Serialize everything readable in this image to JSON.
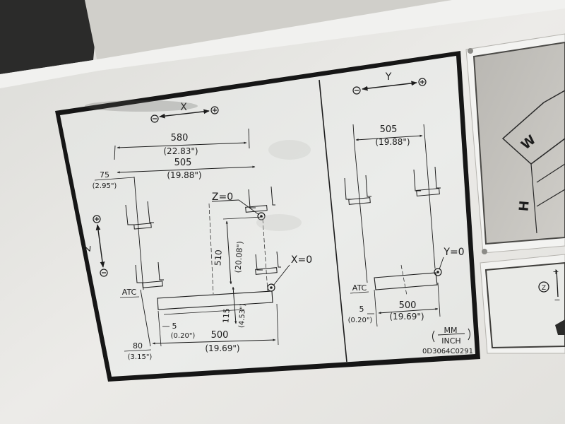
{
  "plate": {
    "x_axis": {
      "label": "X",
      "minus": "−",
      "plus": "+"
    },
    "y_axis": {
      "label": "Y",
      "minus": "−",
      "plus": "+"
    },
    "z_axis": {
      "label": "Z",
      "minus": "−",
      "plus": "+"
    },
    "left_view": {
      "dim_580": "580",
      "dim_580_inch": "(22.83\")",
      "dim_505": "505",
      "dim_505_inch": "(19.88\")",
      "dim_75": "75",
      "dim_75_inch": "(2.95\")",
      "z_zero": "Z=0",
      "x_zero": "X=0",
      "dim_510": "510",
      "dim_510_inch": "(20.08\")",
      "dim_115": "115",
      "dim_115_inch": "(4.53\")",
      "atc": "ATC",
      "dim_5": "5",
      "dim_5_inch": "(0.20\")",
      "dim_500": "500",
      "dim_500_inch": "(19.69\")",
      "dim_80": "80",
      "dim_80_inch": "(3.15\")"
    },
    "right_view": {
      "dim_505": "505",
      "dim_505_inch": "(19.88\")",
      "y_zero": "Y=0",
      "atc": "ATC",
      "dim_5": "5",
      "dim_5_inch": "(0.20\")",
      "dim_500": "500",
      "dim_500_inch": "(19.69\")"
    },
    "units_top": "MM",
    "units_bottom": "INCH",
    "part_number": "0D3064C0291"
  },
  "side_plate": {
    "w_label": "W",
    "h_label": "H",
    "z_label": "Z"
  },
  "colors": {
    "housing": "#e9e9e6",
    "plate_face": "#e8e9e6",
    "plate_border": "#1a1a1a",
    "ink": "#1c1c1c",
    "metal": "#c4c2bd"
  }
}
